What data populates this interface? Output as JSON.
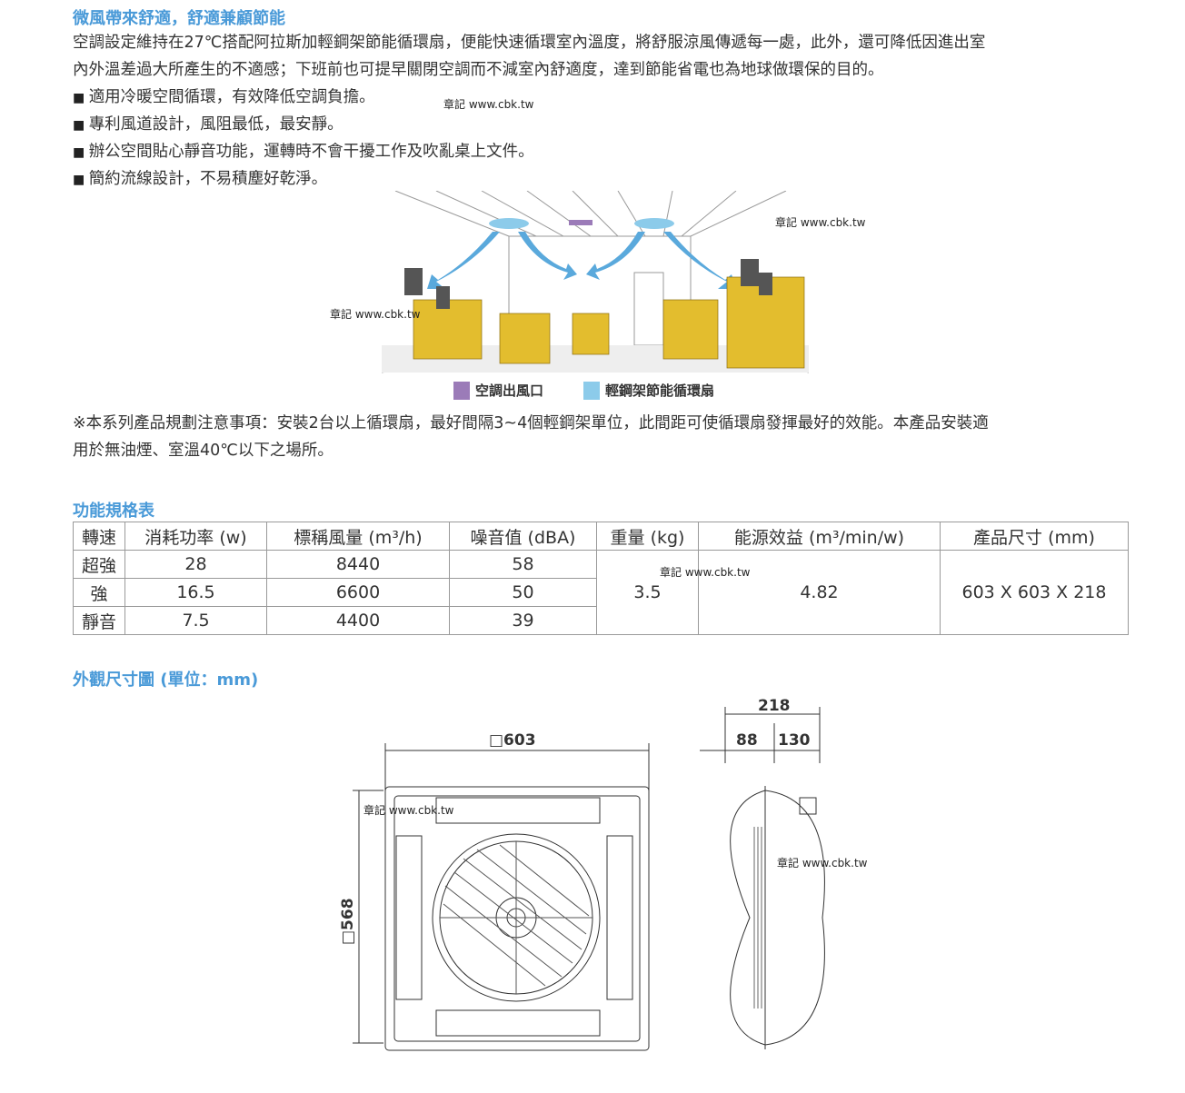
{
  "intro": {
    "title": "微風帶來舒適，舒適兼顧節能",
    "paragraph_lines": [
      "空調設定維持在27℃搭配阿拉斯加輕鋼架節能循環扇，便能快速循環室內溫度，將舒服涼風傳遞每一處，此外，還可降低因進出室",
      "內外溫差過大所產生的不適感；下班前也可提早關閉空調而不減室內舒適度，達到節能省電也為地球做環保的目的。"
    ],
    "bullets": [
      "適用冷暖空間循環，有效降低空調負擔。",
      "專利風道設計，風阻最低，最安靜。",
      "辦公空間貼心靜音功能，運轉時不會干擾工作及吹亂桌上文件。",
      "簡約流線設計，不易積塵好乾淨。"
    ]
  },
  "watermark": "章記 www.cbk.tw",
  "legend": {
    "items": [
      {
        "label": "空調出風口",
        "color": "#9b7bb8"
      },
      {
        "label": "輕鋼架節能循環扇",
        "color": "#8ccbea"
      }
    ]
  },
  "note_lines": [
    "※本系列產品規劃注意事項：安裝2台以上循環扇，最好間隔3~4個輕鋼架單位，此間距可使循環扇發揮最好的效能。本產品安裝適",
    "用於無油煙、室溫40℃以下之場所。"
  ],
  "spec": {
    "title": "功能規格表",
    "headers": [
      "轉速",
      "消耗功率 (w)",
      "標稱風量 (m³/h)",
      "噪音值 (dBA)",
      "重量 (kg)",
      "能源效益 (m³/min/w)",
      "產品尺寸 (mm)"
    ],
    "rows": [
      [
        "超強",
        "28",
        "8440",
        "58"
      ],
      [
        "強",
        "16.5",
        "6600",
        "50"
      ],
      [
        "靜音",
        "7.5",
        "4400",
        "39"
      ]
    ],
    "weight": "3.5",
    "efficiency": "4.82",
    "size": "603 X 603 X 218"
  },
  "dimensions": {
    "title": "外觀尺寸圖 (單位：mm)",
    "width": "□603",
    "height": "□568",
    "depth": "218",
    "depth_a": "88",
    "depth_b": "130"
  }
}
